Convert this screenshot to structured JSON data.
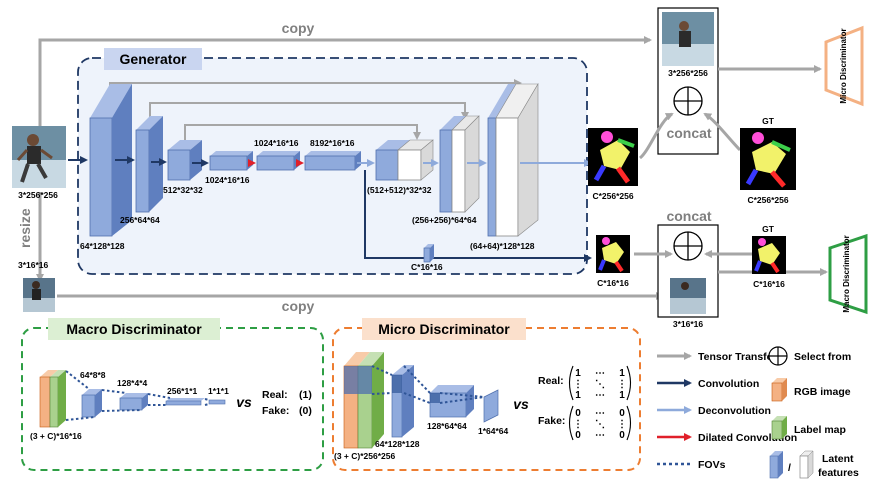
{
  "generator": {
    "title": "Generator",
    "labels": {
      "input_size": "3*256*256",
      "l1": "64*128*128",
      "l2": "256*64*64",
      "l3": "512*32*32",
      "l4": "1024*16*16",
      "l5": "1024*16*16",
      "l6": "8192*16*16",
      "d1": "(512+512)*32*32",
      "d2": "(256+256)*64*64",
      "d3": "(64+64)*128*128",
      "side": "C*16*16",
      "out_main": "C*256*256",
      "out_small": "C*16*16"
    }
  },
  "top": {
    "copy1": "copy",
    "copy2": "copy",
    "resize": "resize",
    "small_input_size": "3*16*16",
    "real_large_size": "3*256*256",
    "real_small_size": "3*16*16",
    "concat1": "concat",
    "concat2": "concat",
    "gt1": "GT",
    "gt1_size": "C*256*256",
    "gt2": "GT",
    "gt2_size": "C*16*16",
    "micro_disc": "Micro Discriminator",
    "macro_disc": "Macro Discriminator"
  },
  "macro": {
    "title": "Macro Discriminator",
    "s1": "64*8*8",
    "s2": "128*4*4",
    "s3": "256*1*1",
    "s4": "1*1*1",
    "input": "(3 + C)*16*16",
    "vs": "vs",
    "real": "Real:",
    "fake": "Fake:",
    "real_val": "(1)",
    "fake_val": "(0)"
  },
  "micro": {
    "title": "Micro Discriminator",
    "s1": "64*128*128",
    "s2": "128*64*64",
    "s3": "1*64*64",
    "input": "(3 + C)*256*256",
    "vs": "vs",
    "real": "Real:",
    "fake": "Fake:",
    "m1": "1",
    "mdots": "⋯",
    "vdots": "⋮",
    "ddots": "⋱",
    "m0": "0"
  },
  "legend": {
    "tensor_transfer": "Tensor Transfer",
    "convolution": "Convolution",
    "deconvolution": "Deconvolution",
    "dilated": "Dilated Convolution",
    "fovs": "FOVs",
    "select_from": "Select from",
    "rgb": "RGB image",
    "label_map": "Label map",
    "latent1": "Latent",
    "latent2": "features",
    "slash": "/"
  },
  "colors": {
    "gray_arrow": "#a6a6a6",
    "conv_arrow": "#1f3864",
    "deconv_arrow": "#8eaadb",
    "dilated_arrow": "#e0202a",
    "block_blue": "#8faadc",
    "block_blue_dark": "#4f6fad",
    "generator_border": "#1f3864",
    "macro_border": "#2e9e44",
    "micro_border": "#ed7d31",
    "rgb": "#f4b183",
    "label": "#a9d18e"
  }
}
